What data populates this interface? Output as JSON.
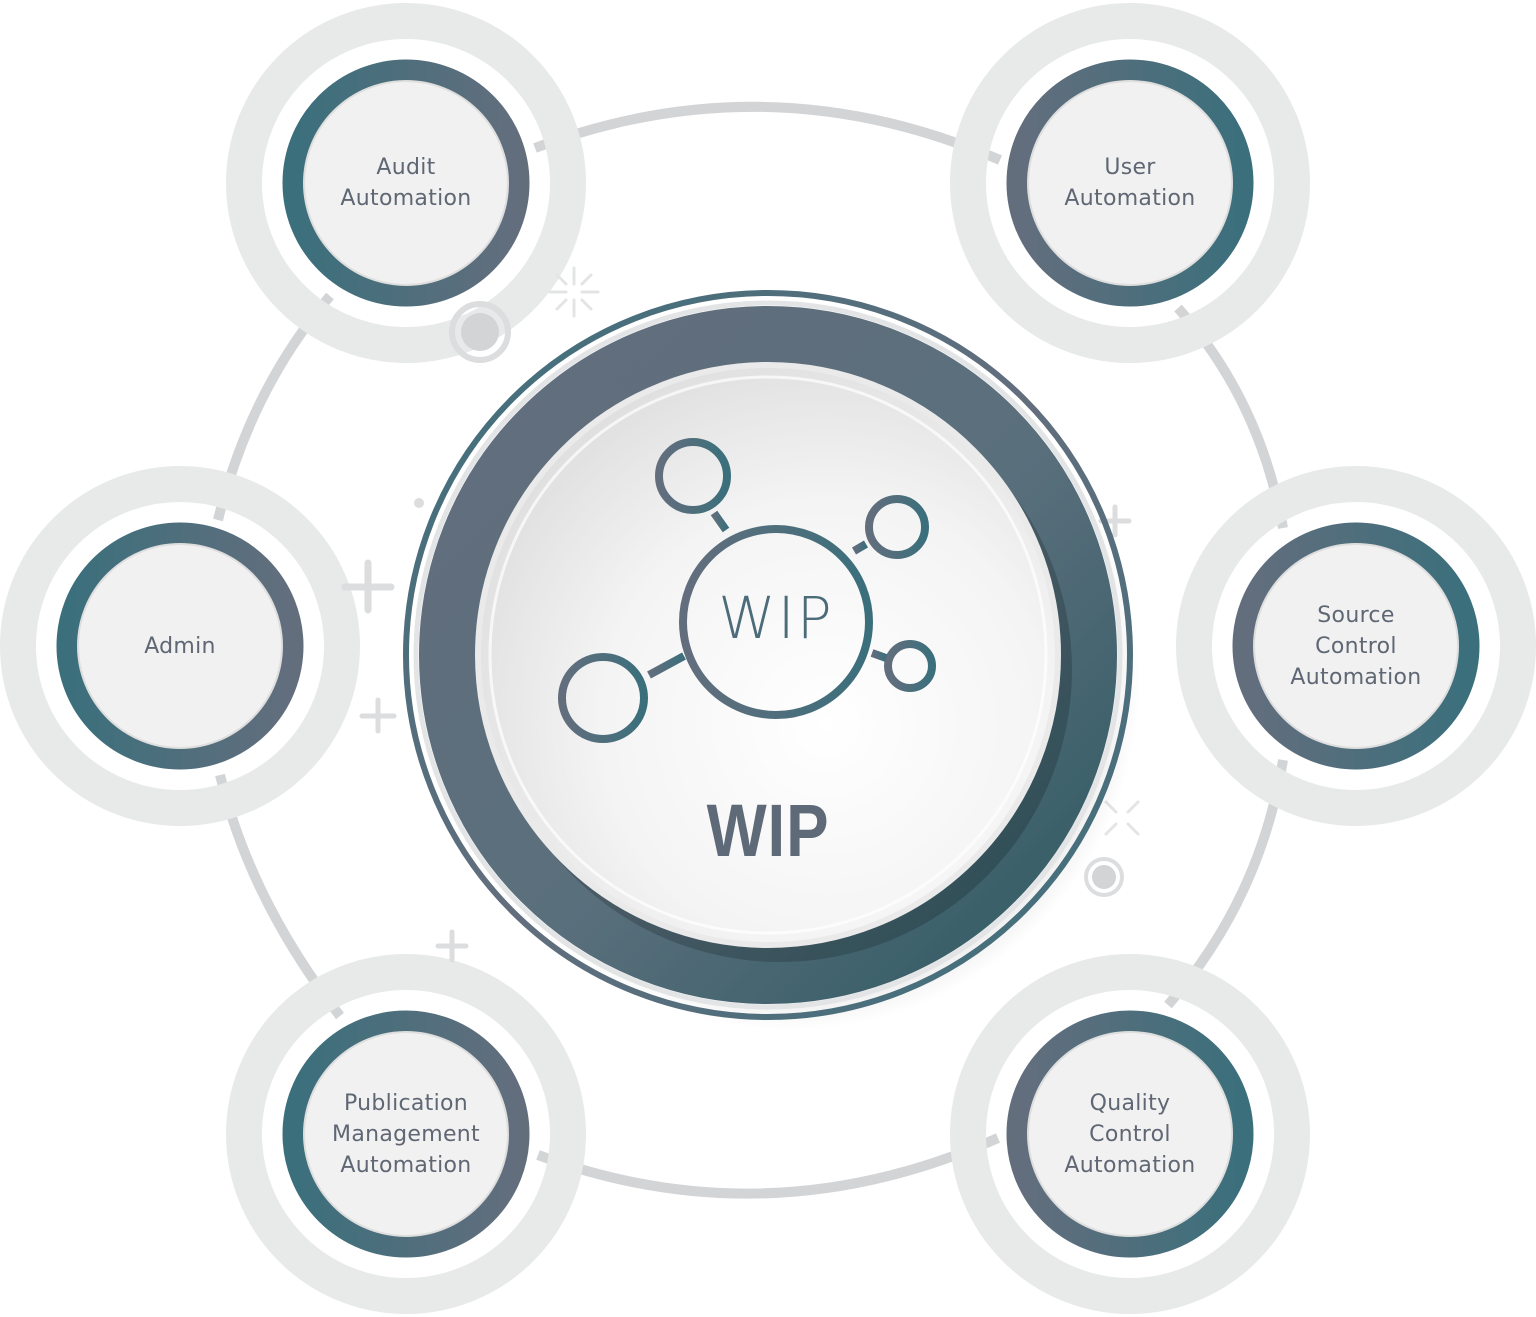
{
  "hub": {
    "title": "WIP",
    "icon_label": "WIP",
    "icon": "network-nodes-icon"
  },
  "nodes": [
    {
      "id": "audit",
      "label": "Audit\nAutomation",
      "lines": [
        "Audit",
        "Automation"
      ]
    },
    {
      "id": "user",
      "label": "User\nAutomation",
      "lines": [
        "User",
        "Automation"
      ]
    },
    {
      "id": "admin",
      "label": "Admin",
      "lines": [
        "Admin"
      ]
    },
    {
      "id": "source-control",
      "label": "Source\nControl\nAutomation",
      "lines": [
        "Source",
        "Control",
        "Automation"
      ]
    },
    {
      "id": "publication",
      "label": "Publication\nManagement\nAutomation",
      "lines": [
        "Publication",
        "Management",
        "Automation"
      ]
    },
    {
      "id": "quality-control",
      "label": "Quality\nControl\nAutomation",
      "lines": [
        "Quality",
        "Control",
        "Automation"
      ]
    }
  ],
  "colors": {
    "teal": "#3b6f7c",
    "slate": "#636e7d",
    "halo": "#e8e9e9",
    "connector": "#d3d4d6",
    "face": "#f1f1f1",
    "text": "#5f6774"
  }
}
